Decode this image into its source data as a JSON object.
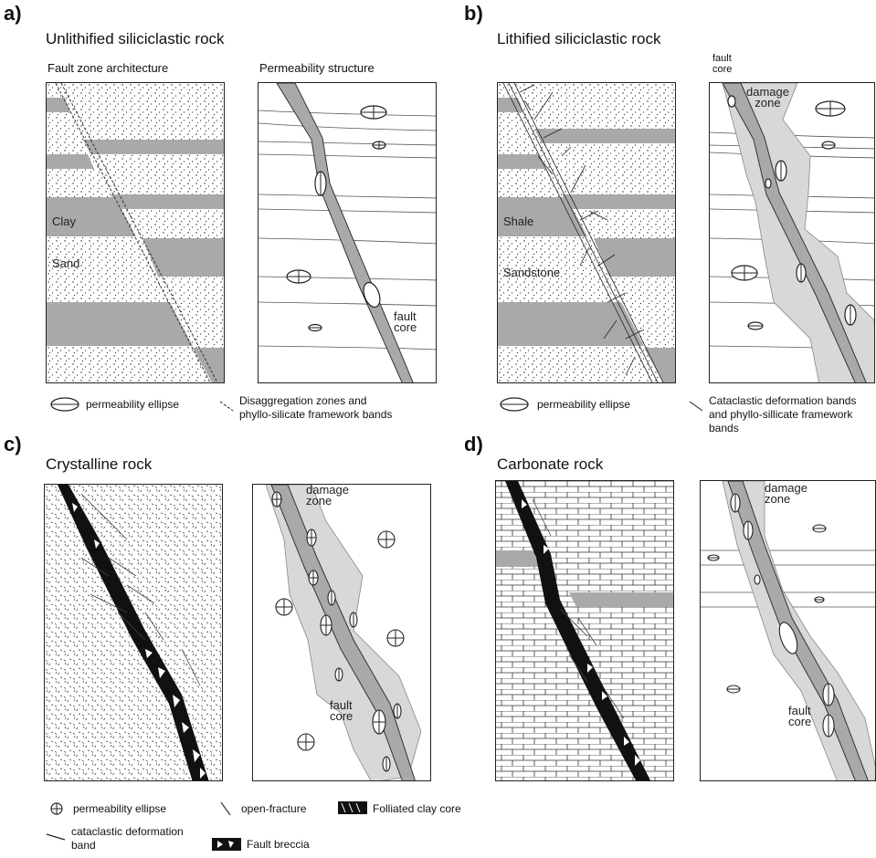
{
  "a": {
    "label": "a)",
    "title": "Unlithified siliciclastic rock",
    "sub_left": "Fault zone architecture",
    "sub_right": "Permeability structure",
    "layer_top": "Clay",
    "layer_bottom": "Sand",
    "core_1": "fault",
    "core_2": "core",
    "legend_ellipse": "permeability ellipse",
    "legend_bands_1": "Disaggregation zones and",
    "legend_bands_2": "phyllo-silicate framework bands"
  },
  "b": {
    "label": "b)",
    "title": "Lithified siliciclastic rock",
    "core_1": "fault",
    "core_2": "core",
    "damage_1": "damage",
    "damage_2": "zone",
    "layer_top": "Shale",
    "layer_bottom": "Sandstone",
    "legend_ellipse": "permeability ellipse",
    "legend_bands_1": "Cataclastic deformation bands",
    "legend_bands_2": "and phyllo-sillicate framework",
    "legend_bands_3": "bands"
  },
  "c": {
    "label": "c)",
    "title": "Crystalline rock",
    "damage_1": "damage",
    "damage_2": "zone",
    "core_1": "fault",
    "core_2": "core"
  },
  "d": {
    "label": "d)",
    "title": "Carbonate rock",
    "damage_1": "damage",
    "damage_2": "zone",
    "core_1": "fault",
    "core_2": "core"
  },
  "legend": {
    "perm_ellipse": "permeability ellipse",
    "open_fracture": "open-fracture",
    "foliated": "Folliated clay core",
    "cataclastic_1": "cataclastic deformation",
    "cataclastic_2": "band",
    "breccia": "Fault breccia"
  }
}
